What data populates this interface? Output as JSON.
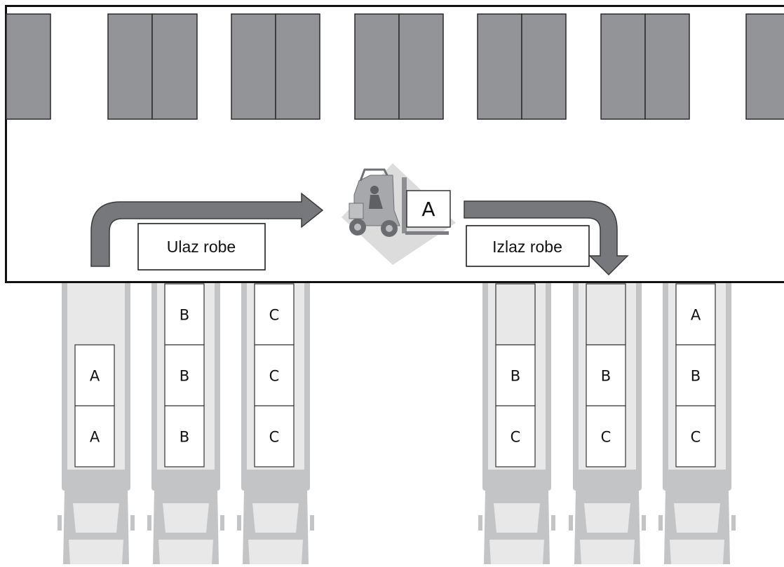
{
  "colors": {
    "rack": "#939498",
    "rack_stroke": "#2a2a2a",
    "arrow": "#77787c",
    "truck": "#c3c4c6",
    "truck_light": "#e8e8e9",
    "forklift_shadow": "#dcdcdd"
  },
  "labels": {
    "inbound": "Ulaz robe",
    "outbound": "Izlaz robe"
  },
  "forklift": {
    "icon": "forklift-icon",
    "load": "A"
  },
  "trucks": [
    {
      "dock": "inbound",
      "pallets": [
        "",
        "A",
        "A"
      ]
    },
    {
      "dock": "inbound",
      "pallets": [
        "B",
        "B",
        "B"
      ]
    },
    {
      "dock": "inbound",
      "pallets": [
        "C",
        "C",
        "C"
      ]
    },
    {
      "dock": "outbound",
      "pallets": [
        "",
        "B",
        "C"
      ]
    },
    {
      "dock": "outbound",
      "pallets": [
        "",
        "B",
        "C"
      ]
    },
    {
      "dock": "outbound",
      "pallets": [
        "A",
        "B",
        "C"
      ]
    }
  ]
}
